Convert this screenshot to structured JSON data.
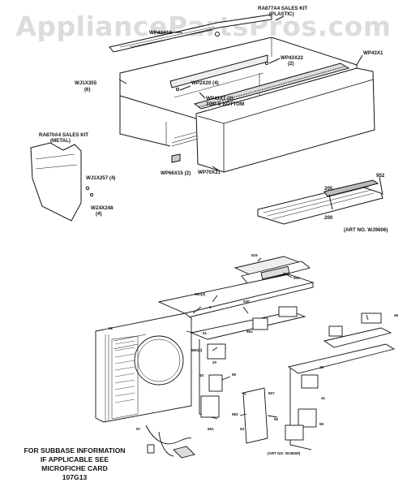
{
  "watermark": "AppliancePartsPros.com",
  "upper_labels": {
    "sales_kit_plastic_1": "RA877A4 SALES KIT",
    "sales_kit_plastic_2": "(PLASTIC)",
    "top_part": "WP43X12",
    "wj1x355": "WJ1X355",
    "wj1x355_qty": "(6)",
    "wp43x22": "WP43X22",
    "wp43x22_qty": "(2)",
    "wp43x1": "WP43X1",
    "wp2x20": "WP2X20 (4)",
    "wp43x7_1": "WP43X7 (2)",
    "wp43x7_2": "TOP & BOTTOM",
    "sales_kit_metal_1": "RA870A4 SALES KIT",
    "sales_kit_metal_2": "(METAL)",
    "wj1x257": "WJ1X257 (4)",
    "wz4x248": "WZ4X248",
    "wz4x248_qty": "(4)",
    "wp66x15": "WP66X15 (2)",
    "wp70x31": "WP70X31",
    "p952": "952",
    "p205": "205",
    "p200": "200",
    "art_upper": "(ART NO. WJ9606)"
  },
  "lower_labels": {
    "p519": "519",
    "p503": "503",
    "p980": "980(2)",
    "p6": "6",
    "p520": "520",
    "p45": "45",
    "p52": "52",
    "p51": "51",
    "p552": "552",
    "p980b": "980(2)",
    "p20": "20",
    "p40": "40",
    "p56": "56",
    "p507": "507",
    "p983": "983",
    "p50": "50",
    "p53": "53",
    "p551": "551",
    "p25": "25",
    "p41": "41",
    "p59": "59",
    "p57": "57",
    "art_lower": "(ART NO. WJ9509)"
  },
  "note": {
    "line1": "FOR SUBBASE INFORMATION",
    "line2": "IF APPLICABLE SEE",
    "line3": "MICROFICHE CARD",
    "line4": "107G13"
  },
  "colors": {
    "ink": "#111111",
    "watermark": "#dcdcdc"
  }
}
